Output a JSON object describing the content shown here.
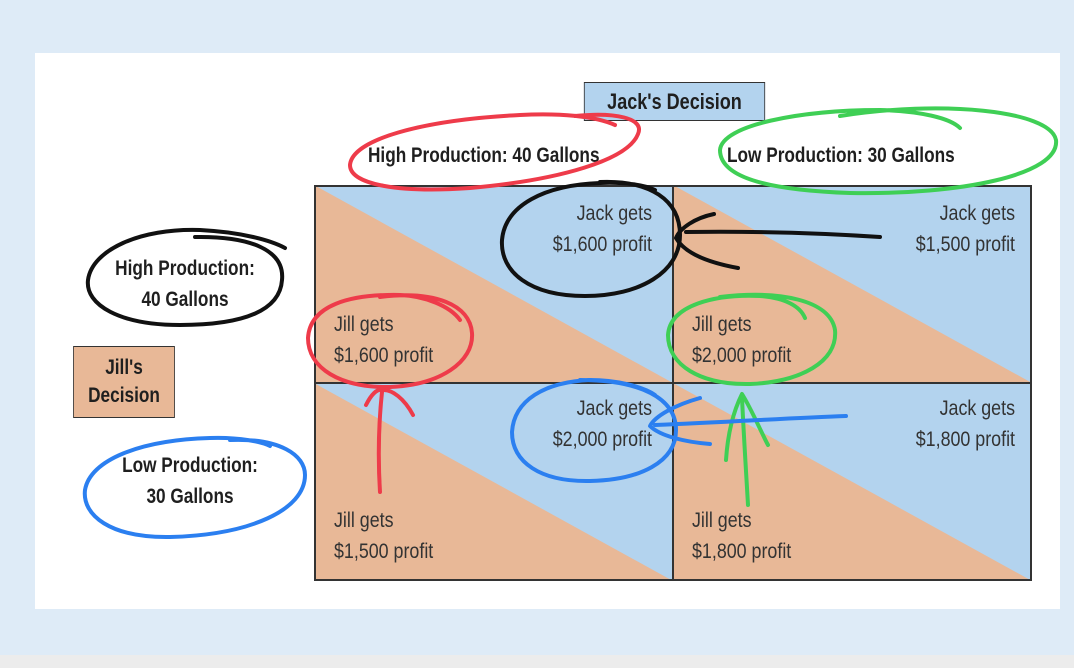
{
  "jack_decision": "Jack's Decision",
  "jill_decision_line1": "Jill's",
  "jill_decision_line2": "Decision",
  "columns": {
    "high": "High Production: 40 Gallons",
    "low": "Low Production: 30 Gallons"
  },
  "rows": {
    "high_line1": "High Production:",
    "high_line2": "40 Gallons",
    "low_line1": "Low Production:",
    "low_line2": "30 Gallons"
  },
  "cells": {
    "hh": {
      "jack_line1": "Jack gets",
      "jack_line2": "$1,600 profit",
      "jill_line1": "Jill gets",
      "jill_line2": "$1,600 profit"
    },
    "hl": {
      "jack_line1": "Jack gets",
      "jack_line2": "$1,500 profit",
      "jill_line1": "Jill gets",
      "jill_line2": "$2,000 profit"
    },
    "lh": {
      "jack_line1": "Jack gets",
      "jack_line2": "$2,000 profit",
      "jill_line1": "Jill gets",
      "jill_line2": "$1,500 profit"
    },
    "ll": {
      "jack_line1": "Jack gets",
      "jack_line2": "$1,800 profit",
      "jill_line1": "Jill gets",
      "jill_line2": "$1,800 profit"
    }
  },
  "colors": {
    "jack": "#b3d3ee",
    "jill": "#e8b897",
    "annotation_red": "#ee3b4a",
    "annotation_green": "#3fcf55",
    "annotation_black": "#111111",
    "annotation_blue": "#2b7ff0"
  }
}
